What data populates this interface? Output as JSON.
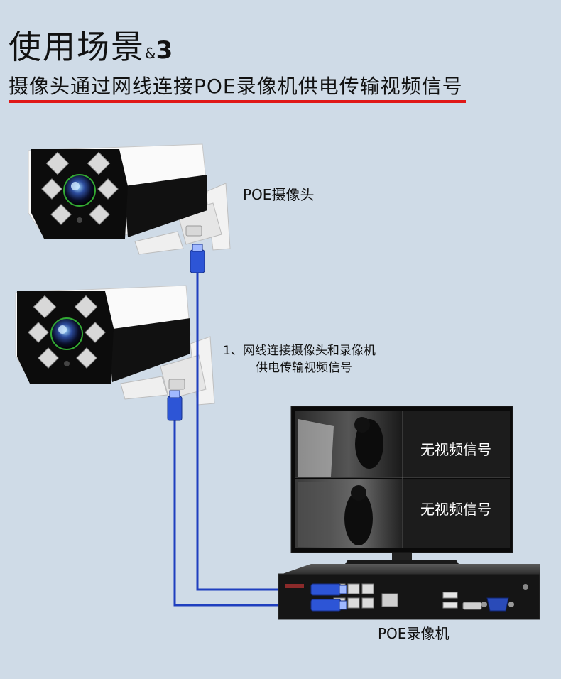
{
  "header": {
    "title": "使用场景",
    "title_amp": "&",
    "title_num": "3",
    "subtitle": "摄像头通过网线连接POE录像机供电传输视频信号"
  },
  "labels": {
    "poe_camera": "POE摄像头",
    "note_line1": "1、网线连接摄像头和录像机",
    "note_line2": "供电传输视频信号",
    "nvr": "POE录像机"
  },
  "monitor": {
    "tiles": [
      "无视频信号",
      "无视频信号"
    ]
  },
  "colors": {
    "background": "#cfdbe7",
    "accent_line": "#e01818",
    "cable": "#1f3fbf"
  }
}
